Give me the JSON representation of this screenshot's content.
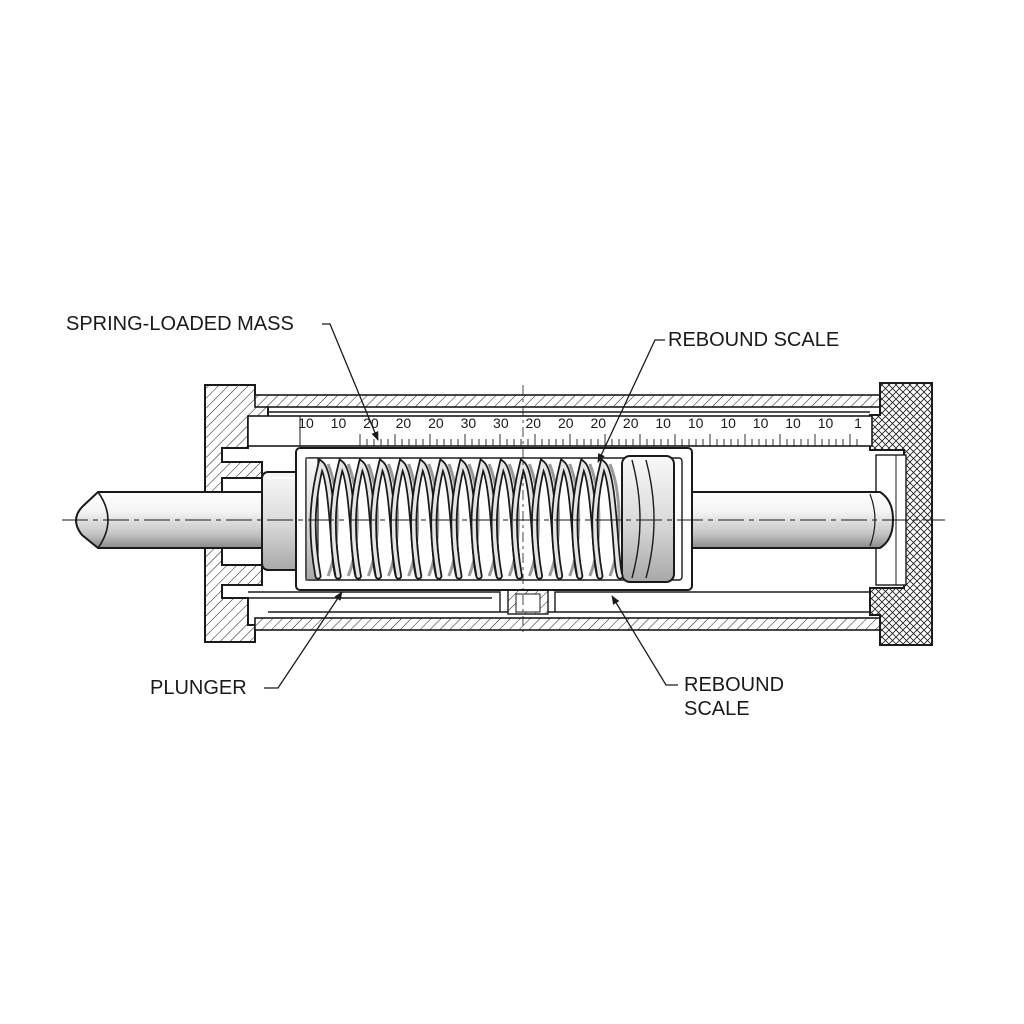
{
  "labels": {
    "spring_loaded_mass": "SPRING-LOADED MASS",
    "rebound_scale_top": "REBOUND SCALE",
    "plunger": "PLUNGER",
    "rebound_scale_bottom_line1": "REBOUND",
    "rebound_scale_bottom_line2": "SCALE"
  },
  "scale_ticks": [
    "10",
    "10",
    "20",
    "20",
    "20",
    "30",
    "30",
    "20",
    "20",
    "20",
    "20",
    "10",
    "10",
    "10",
    "10",
    "10",
    "10",
    "1"
  ],
  "colors": {
    "ink": "#1a1a1a",
    "steel_light": "#f2f2f2",
    "steel_mid": "#bdbdbd",
    "steel_dark": "#7a7a7a"
  }
}
